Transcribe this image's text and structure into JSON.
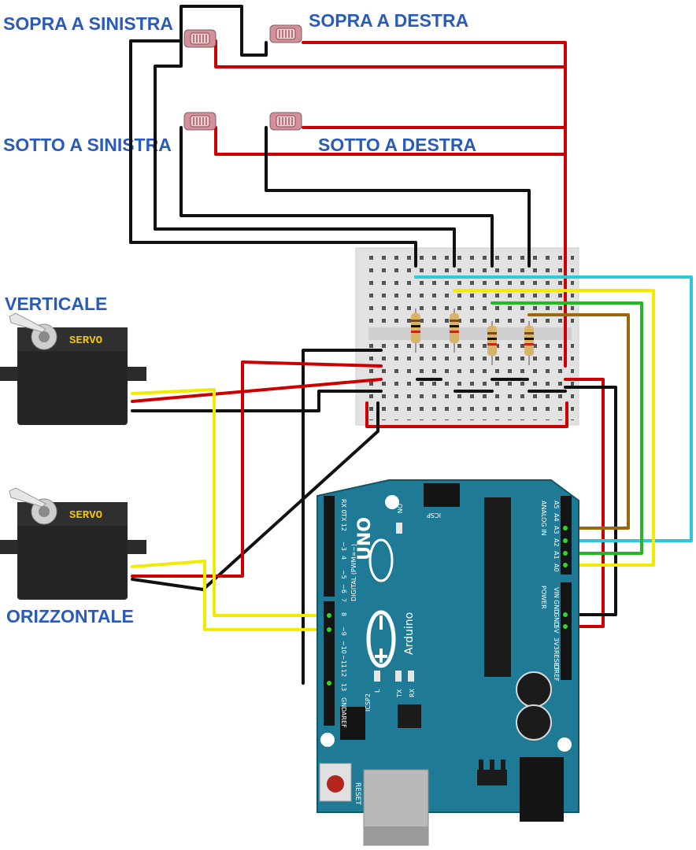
{
  "labels": {
    "top_left": "SOPRA A SINISTRA",
    "top_right": "SOPRA A DESTRA",
    "bottom_left": "SOTTO A SINISTRA",
    "bottom_right": "SOTTO A DESTRA",
    "servo_vertical": "VERTICALE",
    "servo_horizontal": "ORIZZONTALE"
  },
  "servo": {
    "brand": "SERVO"
  },
  "arduino": {
    "model": "UNO",
    "brand": "Arduino",
    "on_label": "ON",
    "icsp": "ICSP",
    "icsp2": "ICSP2",
    "reset": "RESET",
    "digital_header": "DIGITAL (PWM=~)",
    "analog_header": "ANALOG IN",
    "power_header": "POWER",
    "led_l": "L",
    "led_tx": "TX",
    "led_rx": "RX",
    "digital_pins": [
      "RX 0",
      "TX 1",
      "2",
      "~3",
      "4",
      "~5",
      "~6",
      "7",
      "8",
      "~9",
      "~10",
      "~11",
      "12",
      "13",
      "GND",
      "AREF"
    ],
    "analog_pins": [
      "A5",
      "A4",
      "A3",
      "A2",
      "A1",
      "A0"
    ],
    "power_pins": [
      "VIN",
      "GND",
      "GND",
      "5V",
      "3V3",
      "RESET",
      "IOREF"
    ]
  },
  "colors": {
    "wire_red": "#cc0000",
    "wire_black": "#111111",
    "wire_yellow": "#f2ea00",
    "wire_green": "#22b922",
    "wire_cyan": "#2dc8d8",
    "wire_brown": "#9a6a0a",
    "board": "#1f7a96",
    "label": "#2a5bb8"
  }
}
